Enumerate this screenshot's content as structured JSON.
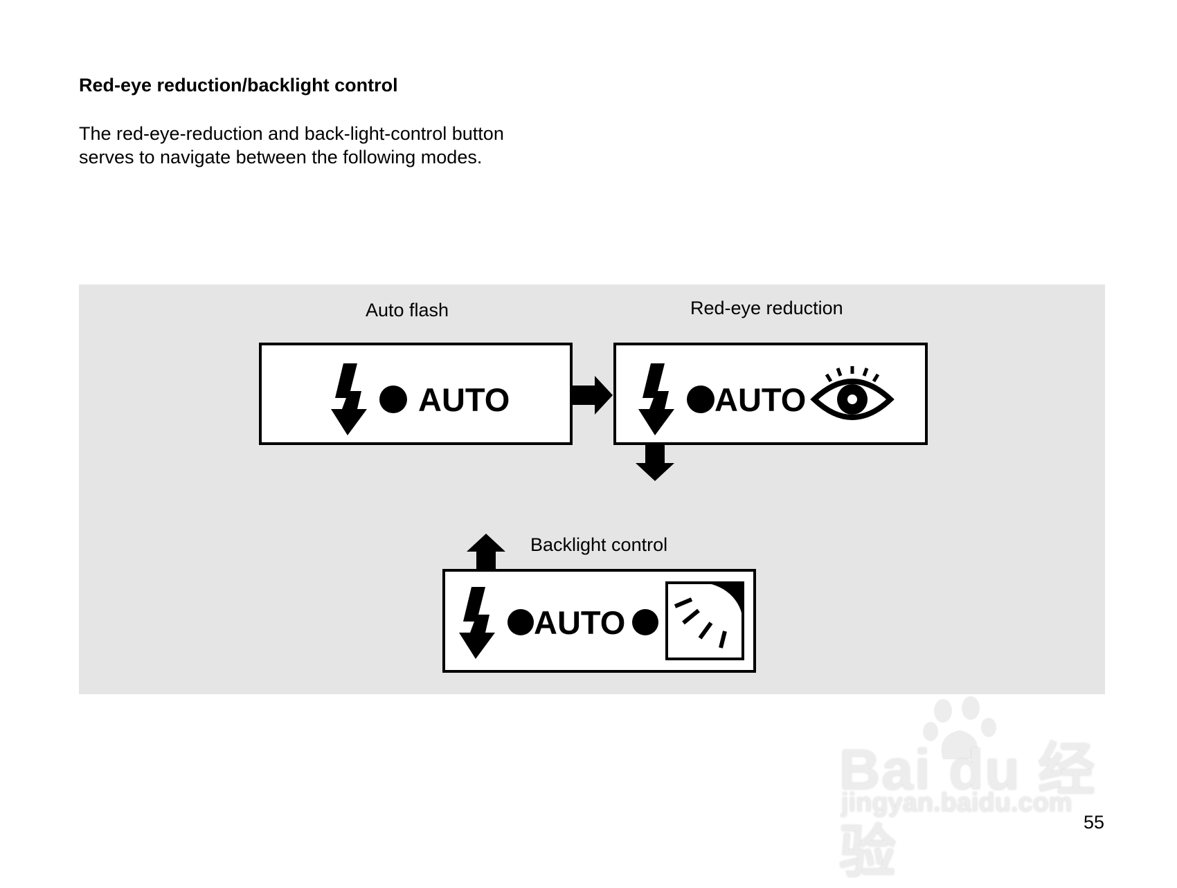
{
  "page": {
    "heading": "Red-eye reduction/backlight control",
    "intro_lines": [
      "The red-eye-reduction and back-light-control button",
      "serves to navigate between the following modes."
    ],
    "page_number": "55"
  },
  "diagram": {
    "modes": [
      {
        "label": "Auto flash",
        "display": "AUTO",
        "icons": [
          "flash-icon",
          "dot-icon"
        ]
      },
      {
        "label": "Red-eye reduction",
        "display": "AUTO",
        "icons": [
          "flash-icon",
          "dot-icon",
          "eye-icon"
        ]
      },
      {
        "label": "Backlight control",
        "display": "AUTO",
        "icons": [
          "flash-icon",
          "dot-icon",
          "dot-icon",
          "backlight-icon"
        ]
      }
    ],
    "arrows": [
      "arrow-right-icon",
      "arrow-down-icon",
      "arrow-up-icon"
    ],
    "panel_color": "#e5e5e5"
  },
  "watermark": {
    "brand": "Bai du 经验",
    "url": "jingyan.baidu.com"
  }
}
